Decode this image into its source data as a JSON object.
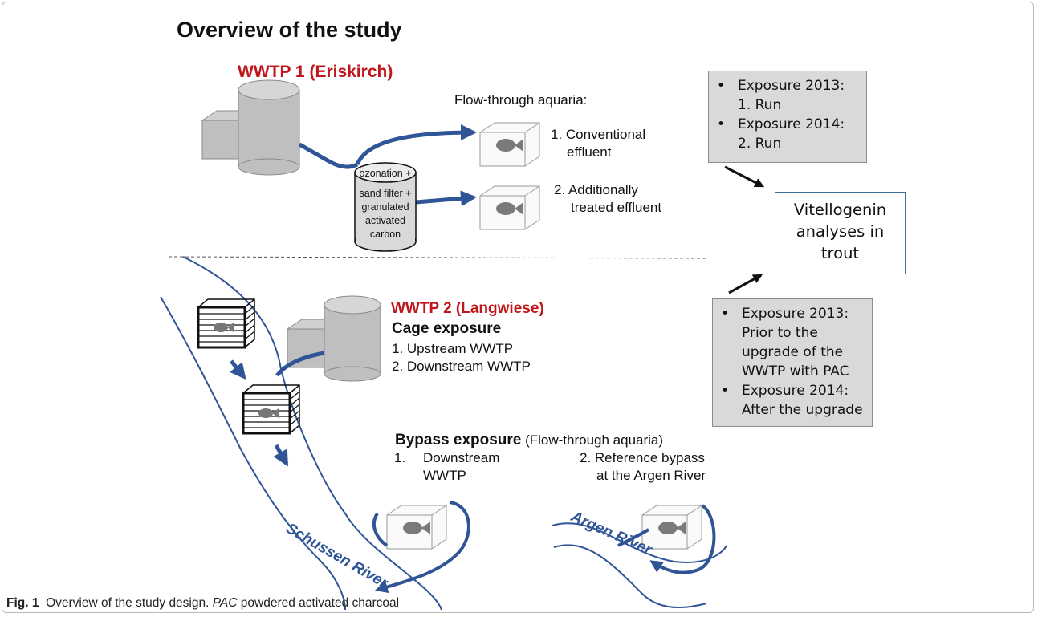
{
  "title": "Overview of the study",
  "wwtp1": {
    "heading": "WWTP 1 (Eriskirch)",
    "aquaria_label": "Flow-through aquaria:",
    "aquarium1": [
      "1. Conventional",
      "effluent"
    ],
    "aquarium2": [
      "2. Additionally",
      "treated effluent"
    ],
    "treatment_lines": [
      "ozonation +",
      "sand filter +",
      "granulated",
      "activated",
      "carbon"
    ]
  },
  "box_top": {
    "items": [
      {
        "bullet": "Exposure 2013:",
        "cont": "1. Run"
      },
      {
        "bullet": "Exposure 2014:",
        "cont": "2. Run"
      }
    ]
  },
  "result_lines": [
    "Vitellogenin",
    "analyses in",
    "trout"
  ],
  "box_bottom": {
    "items": [
      {
        "bullet": "Exposure 2013:",
        "cont": [
          "Prior to the",
          "upgrade of the",
          "WWTP with PAC"
        ]
      },
      {
        "bullet": "Exposure 2014:",
        "cont": [
          "After the upgrade"
        ]
      }
    ]
  },
  "wwtp2": {
    "heading": "WWTP 2 (Langwiese)",
    "cage_title": "Cage exposure",
    "cage_items": [
      "1. Upstream WWTP",
      "2. Downstream WWTP"
    ],
    "bypass_title_bold": "Bypass exposure",
    "bypass_title_rest": " (Flow-through aquaria)",
    "bypass1": [
      "1.",
      "Downstream",
      "WWTP"
    ],
    "bypass2": [
      "2. Reference bypass",
      "at the Argen River"
    ]
  },
  "rivers": {
    "schussen": "Schussen River",
    "argen": "Argen River"
  },
  "caption": {
    "label": "Fig. 1",
    "text": "  Overview of the study design. ",
    "abbr": "PAC",
    "rest": " powdered activated charcoal"
  },
  "colors": {
    "accent_red": "#c0161b",
    "river_blue": "#2f5597",
    "box_gray": "#d9d9d9",
    "tank_gray": "#bfbfbf"
  }
}
